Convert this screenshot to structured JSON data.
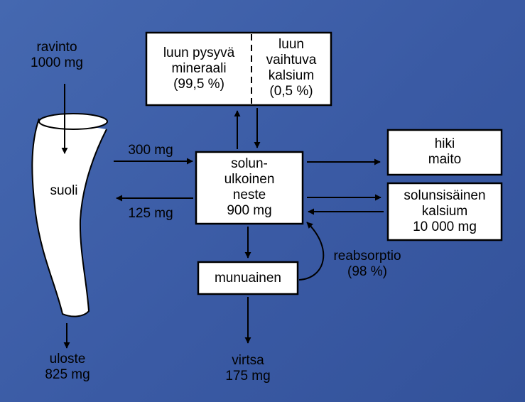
{
  "diagram": {
    "colors": {
      "background": "#3f5fa8",
      "box_fill": "#ffffff",
      "ink": "#000000"
    },
    "nodes": {
      "intake": {
        "name": "ravinto",
        "amount": "1000 mg"
      },
      "intestine": {
        "name": "suoli"
      },
      "feces": {
        "name": "uloste",
        "amount": "825 mg"
      },
      "bone_stable": {
        "line1": "luun pysyvä",
        "line2": "mineraali",
        "line3": "(99,5 %)"
      },
      "bone_exchangeable": {
        "line1": "luun",
        "line2": "vaihtuva",
        "line3": "kalsium",
        "line4": "(0,5 %)"
      },
      "extracellular": {
        "line1": "solun-",
        "line2": "ulkoinen",
        "line3": "neste",
        "line4": "900 mg"
      },
      "sweat_milk": {
        "line1": "hiki",
        "line2": "maito"
      },
      "intracellular": {
        "line1": "solunsisäinen",
        "line2": "kalsium",
        "line3": "10 000 mg"
      },
      "kidney": {
        "name": "munuainen"
      },
      "urine": {
        "name": "virtsa",
        "amount": "175 mg"
      }
    },
    "flows": {
      "absorption": "300 mg",
      "secretion": "125 mg",
      "reabsorption": "reabsorptio",
      "reabsorption_pct": "(98 %)"
    }
  }
}
